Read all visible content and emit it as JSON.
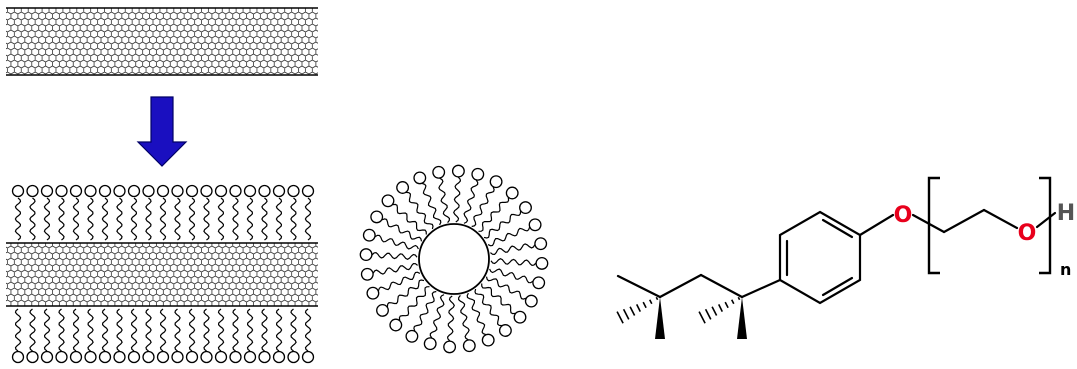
{
  "colors": {
    "line": "#000000",
    "arrow_fill": "#1a0fc0",
    "arrow_stroke": "#000066",
    "oxygen": "#e8001c",
    "hydrogen": "#555555"
  },
  "molecule": {
    "oxygen_label": "O",
    "hydrogen_label": "H",
    "repeat_subscript": "n"
  },
  "icons": {
    "nanotube": "hexagonal-lattice",
    "arrow": "down-arrow",
    "micelle": "spherical-micelle"
  }
}
